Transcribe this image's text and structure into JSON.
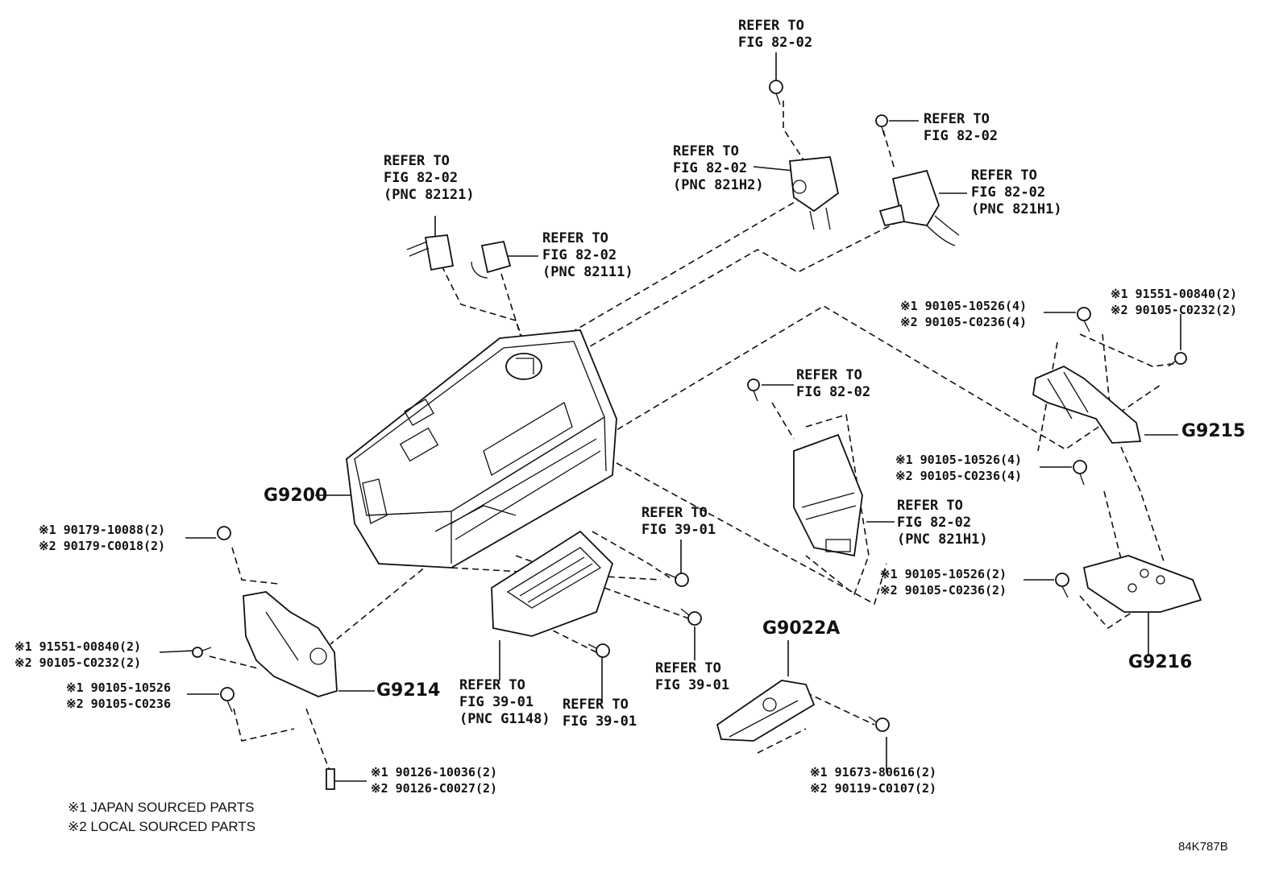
{
  "callouts": {
    "top_center": [
      "REFER TO",
      "FIG 82-02"
    ],
    "top_right": [
      "REFER TO",
      "FIG 82-02"
    ],
    "pnc_821h2": [
      "REFER TO",
      "FIG 82-02",
      "(PNC 821H2)"
    ],
    "pnc_821h1_top": [
      "REFER TO",
      "FIG 82-02",
      "(PNC 821H1)"
    ],
    "pnc_82121": [
      "REFER TO",
      "FIG 82-02",
      "(PNC 82121)"
    ],
    "pnc_82111": [
      "REFER TO",
      "FIG 82-02",
      "(PNC 82111)"
    ],
    "mid_fig8202": [
      "REFER TO",
      "FIG 82-02"
    ],
    "pnc_821h1_mid": [
      "REFER TO",
      "FIG 82-02",
      "(PNC 821H1)"
    ],
    "fig3901_a": [
      "REFER TO",
      "FIG 39-01"
    ],
    "fig3901_b": [
      "REFER TO",
      "FIG 39-01"
    ],
    "fig3901_c": [
      "REFER TO",
      "FIG 39-01"
    ],
    "pnc_g1148": [
      "REFER TO",
      "FIG 39-01",
      "(PNC G1148)"
    ]
  },
  "part_labels": {
    "g9200": "G9200",
    "g9215": "G9215",
    "g9216": "G9216",
    "g9214": "G9214",
    "g9022a": "G9022A"
  },
  "fasteners": {
    "g9215_bolt_left": [
      "※1 90105-10526(4)",
      "※2 90105-C0236(4)"
    ],
    "g9215_bolt_right": [
      "※1 91551-00840(2)",
      "※2 90105-C0232(2)"
    ],
    "g9216_bolt_top": [
      "※1 90105-10526(4)",
      "※2 90105-C0236(4)"
    ],
    "g9216_bolt_mid": [
      "※1 90105-10526(2)",
      "※2 90105-C0236(2)"
    ],
    "g9214_nut": [
      "※1 90179-10088(2)",
      "※2 90179-C0018(2)"
    ],
    "g9214_bolt_a": [
      "※1 91551-00840(2)",
      "※2 90105-C0232(2)"
    ],
    "g9214_bolt_b": [
      "※1 90105-10526",
      "※2 90105-C0236"
    ],
    "g9214_stud": [
      "※1 90126-10036(2)",
      "※2 90126-C0027(2)"
    ],
    "g9022a_screw": [
      "※1 91673-80616(2)",
      "※2 90119-C0107(2)"
    ]
  },
  "legend": [
    "※1 JAPAN SOURCED PARTS",
    "※2 LOCAL SOURCED PARTS"
  ],
  "reference_code": "84K787B"
}
